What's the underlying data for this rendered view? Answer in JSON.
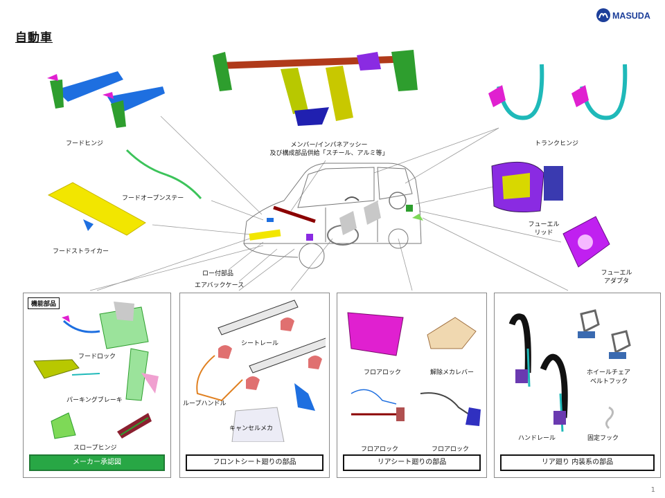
{
  "title": "自動車",
  "logo": {
    "text": "MASUDA",
    "color": "#1d3f9a"
  },
  "page_number": "1",
  "top_labels": {
    "hood_hinge": "フードヒンジ",
    "hood_open_stay": "フードオープンステー",
    "hood_striker": "フードストライカー",
    "member_line1": "メンバー/インパネアッシー",
    "member_line2": "及び構成部品供給「スチール、アルミ等」",
    "trunk_hinge": "トランクヒンジ",
    "fuel_lid_line1": "フューエル",
    "fuel_lid_line2": "リッド",
    "fuel_adapter_line1": "フューエル",
    "fuel_adapter_line2": "アダプタ",
    "brazed_parts": "ロー付部品",
    "airbag_case": "エアバックケース"
  },
  "panels": {
    "functional": {
      "tag": "機能部品",
      "items": [
        "フードロック",
        "パーキングブレーキ",
        "スロープヒンジ"
      ],
      "footer": "メーカー承認図"
    },
    "front_seat": {
      "items": [
        "シートレール",
        "ループハンドル",
        "キャンセルメカ"
      ],
      "footer": "フロントシート廻りの部品"
    },
    "rear_seat": {
      "items": [
        "フロアロック",
        "解除メカレバー",
        "フロアロック",
        "フロアロック"
      ],
      "footer": "リアシート廻りの部品"
    },
    "rear_interior": {
      "items": [
        "ホイールチェア",
        "ベルトフック",
        "ハンドレール",
        "固定フック"
      ],
      "footer": "リア廻り 内装系の部品"
    }
  },
  "colors": {
    "accent_green": "#28a745",
    "part_blue": "#1e6fe0",
    "part_green": "#2e9e2e",
    "part_yellow": "#f2e600",
    "part_magenta": "#e020d0",
    "part_cyan": "#1fb9b9",
    "part_purple": "#8a2be2"
  }
}
